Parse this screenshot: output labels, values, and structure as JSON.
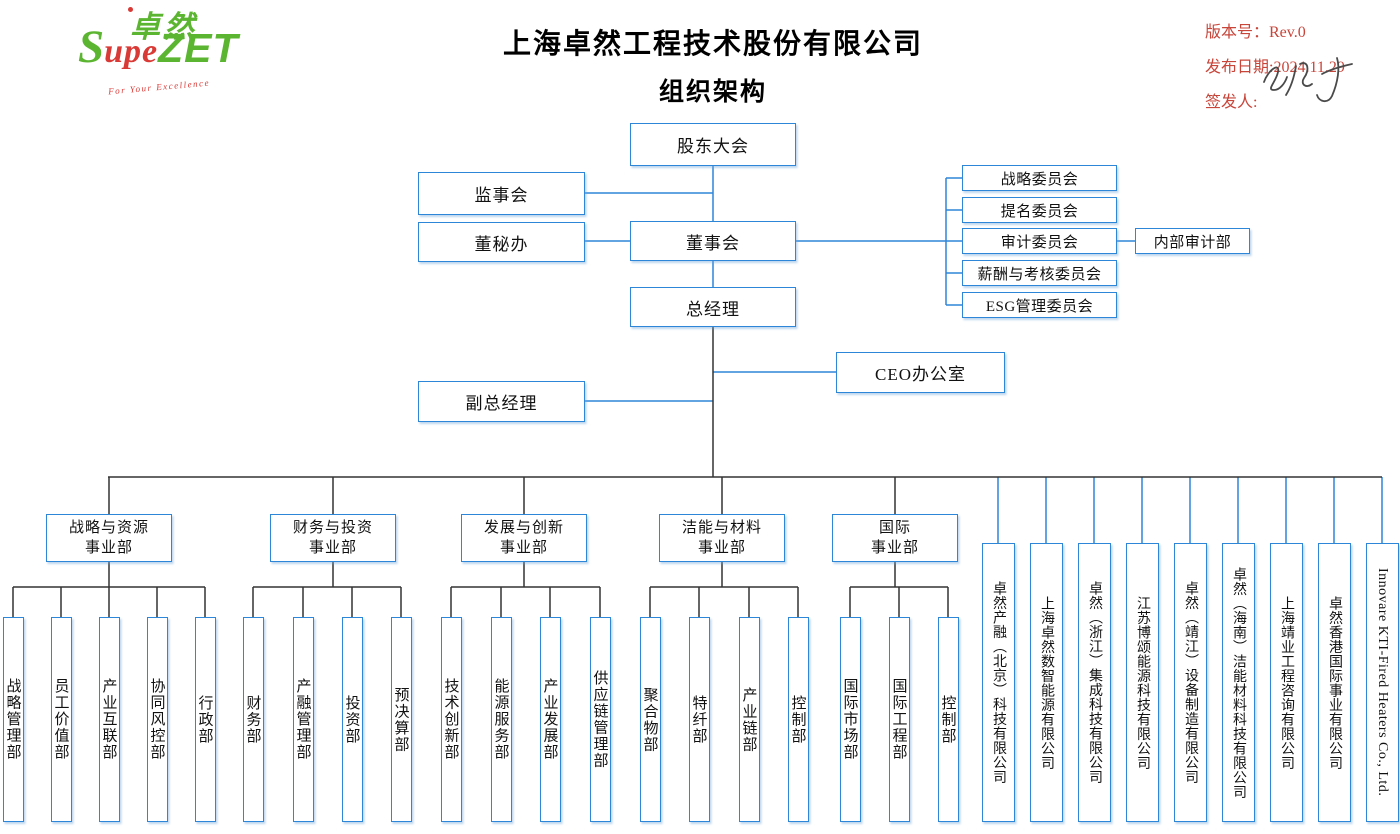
{
  "page": {
    "accent_blue": "#2e86d8",
    "line_black": "#333333",
    "accent_red": "#c8453a",
    "logo_green": "#5cb531",
    "logo_red": "#d93a36"
  },
  "header": {
    "logo": {
      "cn": "卓然",
      "latin_s": "S",
      "latin_upe": "upe",
      "latin_zet": "ZET",
      "tagline": "For Your Excellence"
    },
    "title_line1": "上海卓然工程技术股份有限公司",
    "title_line2": "组织架构",
    "meta": {
      "version": "版本号：Rev.0",
      "release_date": "发布日期:2024.11.29",
      "issuer_label": "签发人:"
    }
  },
  "org": {
    "shareholders": "股东大会",
    "supervisory_board": "监事会",
    "board_secretary_office": "董秘办",
    "board": "董事会",
    "general_manager": "总经理",
    "ceo_office": "CEO办公室",
    "deputy_general_manager": "副总经理",
    "committees": [
      "战略委员会",
      "提名委员会",
      "审计委员会",
      "薪酬与考核委员会",
      "ESG管理委员会"
    ],
    "internal_audit": "内部审计部",
    "business_units": [
      {
        "name": "战略与资源\n事业部",
        "departments": [
          "战略管理部",
          "员工价值部",
          "产业互联部",
          "协同风控部",
          "行政部"
        ]
      },
      {
        "name": "财务与投资\n事业部",
        "departments": [
          "财务部",
          "产融管理部",
          "投资部",
          "预决算部"
        ]
      },
      {
        "name": "发展与创新\n事业部",
        "departments": [
          "技术创新部",
          "能源服务部",
          "产业发展部",
          "供应链管理部"
        ]
      },
      {
        "name": "洁能与材料\n事业部",
        "departments": [
          "聚合物部",
          "特纤部",
          "产业链部",
          "控制部"
        ]
      },
      {
        "name": "国际\n事业部",
        "departments": [
          "国际市场部",
          "国际工程部",
          "控制部"
        ]
      }
    ],
    "subsidiaries": [
      "卓然产融（北京）科技有限公司",
      "上海卓然数智能源有限公司",
      "卓然（浙江）集成科技有限公司",
      "江苏博颂能源科技有限公司",
      "卓然（靖江）设备制造有限公司",
      "卓然（海南）洁能材料科技有限公司",
      "上海靖业工程咨询有限公司",
      "卓然香港国际事业有限公司",
      "Innovare KTI-Fired Heaters Co., Ltd."
    ]
  }
}
